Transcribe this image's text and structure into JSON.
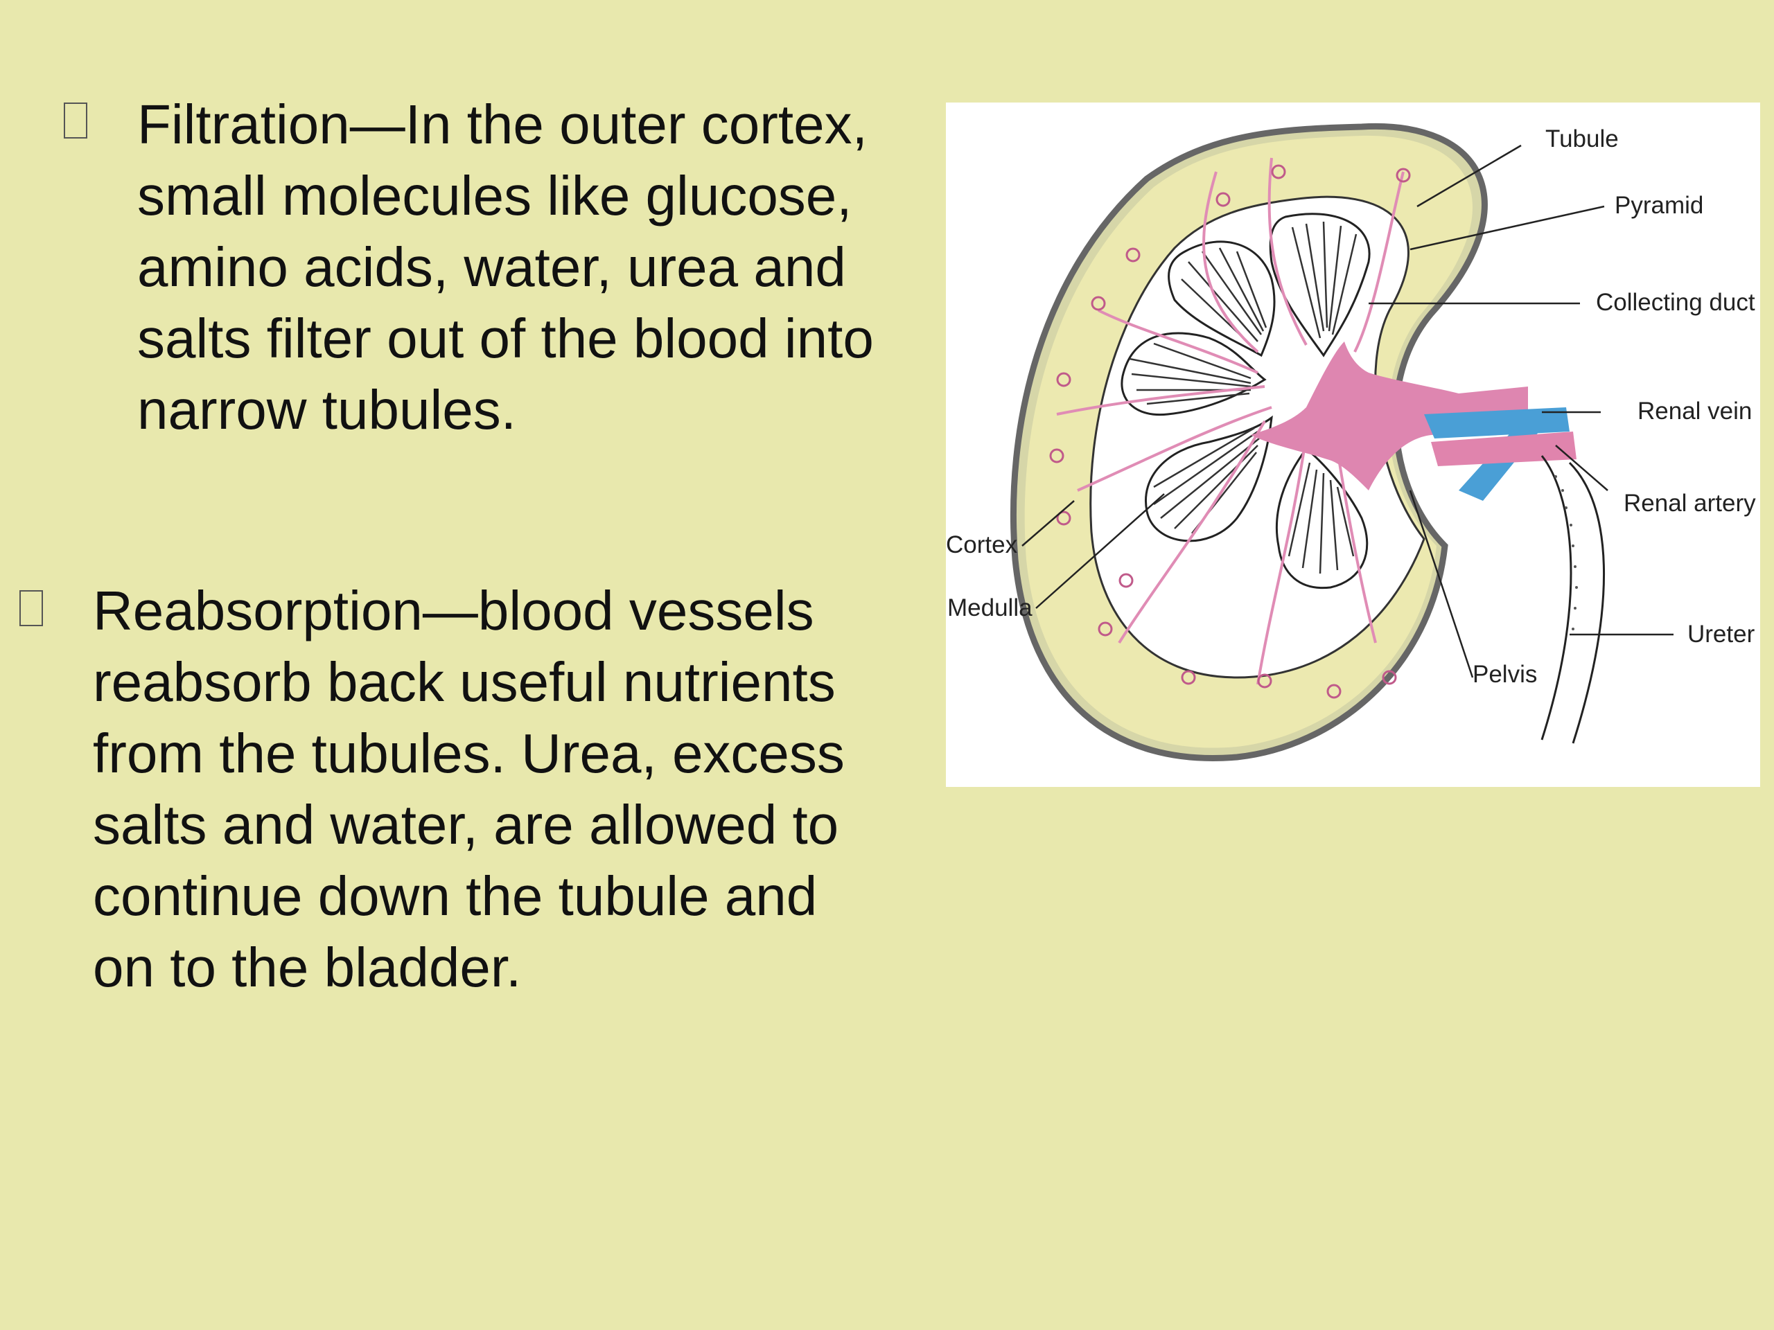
{
  "bullets": [
    {
      "text": "Filtration—In the outer cortex,\nsmall molecules like glucose,\namino acids, water, urea and\nsalts filter out of the blood into\nnarrow tubules."
    },
    {
      "text": "Reabsorption—blood vessels\nreabsorb back useful nutrients\nfrom the tubules. Urea, excess\nsalts and water, are allowed to\ncontinue down the tubule and\non to the bladder."
    }
  ],
  "diagram": {
    "labels": {
      "tubule": "Tubule",
      "pyramid": "Pyramid",
      "collecting_duct": "Collecting duct",
      "renal_vein": "Renal vein",
      "renal_artery": "Renal artery",
      "cortex": "Cortex",
      "medulla": "Medulla",
      "ureter": "Ureter",
      "pelvis": "Pelvis"
    },
    "colors": {
      "cortex_fill": "#ece9b0",
      "pelvis": "#de86b0",
      "vein": "#4a9fd6",
      "artery": "#e084ad"
    }
  }
}
